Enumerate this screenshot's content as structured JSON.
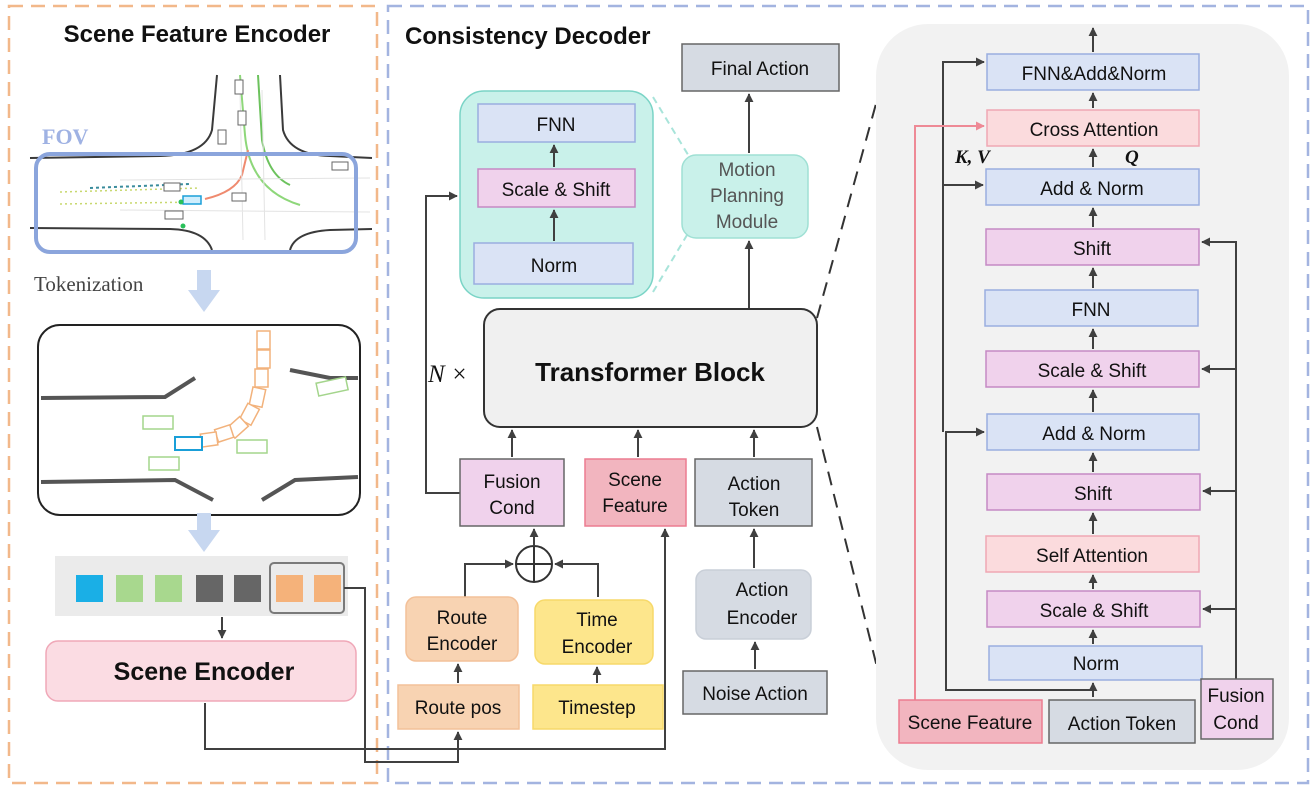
{
  "encoder": {
    "title": "Scene Feature Encoder",
    "fov_label": "FOV",
    "tokenization_label": "Tokenization",
    "scene_encoder_label": "Scene Encoder",
    "token_colors": [
      "#1aafe6",
      "#a8d88e",
      "#a8d88e",
      "#666666",
      "#666666",
      "#f5b27a",
      "#f5b27a"
    ]
  },
  "decoder": {
    "title": "Consistency Decoder",
    "final_action": "Final Action",
    "motion_planning_module": [
      "Motion",
      "Planning",
      "Module"
    ],
    "mpm_fnn": "FNN",
    "mpm_scale_shift": "Scale & Shift",
    "mpm_norm": "Norm",
    "n_times": "N ×",
    "transformer_block": "Transformer Block",
    "fusion_cond": [
      "Fusion",
      "Cond"
    ],
    "scene_feature": [
      "Scene",
      "Feature"
    ],
    "action_token": [
      "Action",
      "Token"
    ],
    "route_encoder": [
      "Route",
      "Encoder"
    ],
    "time_encoder": [
      "Time",
      "Encoder"
    ],
    "action_encoder": [
      "Action",
      "Encoder"
    ],
    "route_pos": "Route pos",
    "timestep": "Timestep",
    "noise_action": "Noise Action"
  },
  "detail": {
    "fnn_add_norm": "FNN&Add&Norm",
    "cross_attention": "Cross Attention",
    "kv_label": "K, V",
    "q_label": "Q",
    "add_norm_top": "Add & Norm",
    "shift_top": "Shift",
    "fnn": "FNN",
    "scale_shift_top": "Scale & Shift",
    "add_norm_mid": "Add & Norm",
    "shift_mid": "Shift",
    "self_attention": "Self Attention",
    "scale_shift_bottom": "Scale & Shift",
    "norm": "Norm",
    "scene_feature": "Scene Feature",
    "action_token": "Action Token",
    "fusion_cond": [
      "Fusion",
      "Cond"
    ]
  },
  "colors": {
    "orange_dash": "#f2b88a",
    "blue_dash": "#a3b4e0",
    "blue_box": "#dae3f5",
    "pink_box": "#f0d2ec",
    "red_box": "#f2b5bf",
    "light_red_box": "#fbdbdd",
    "orange_box": "#f8d3b2",
    "yellow_box": "#fde68c",
    "gray_box": "#d6dbe3",
    "teal_box": "#c9f1ea"
  }
}
